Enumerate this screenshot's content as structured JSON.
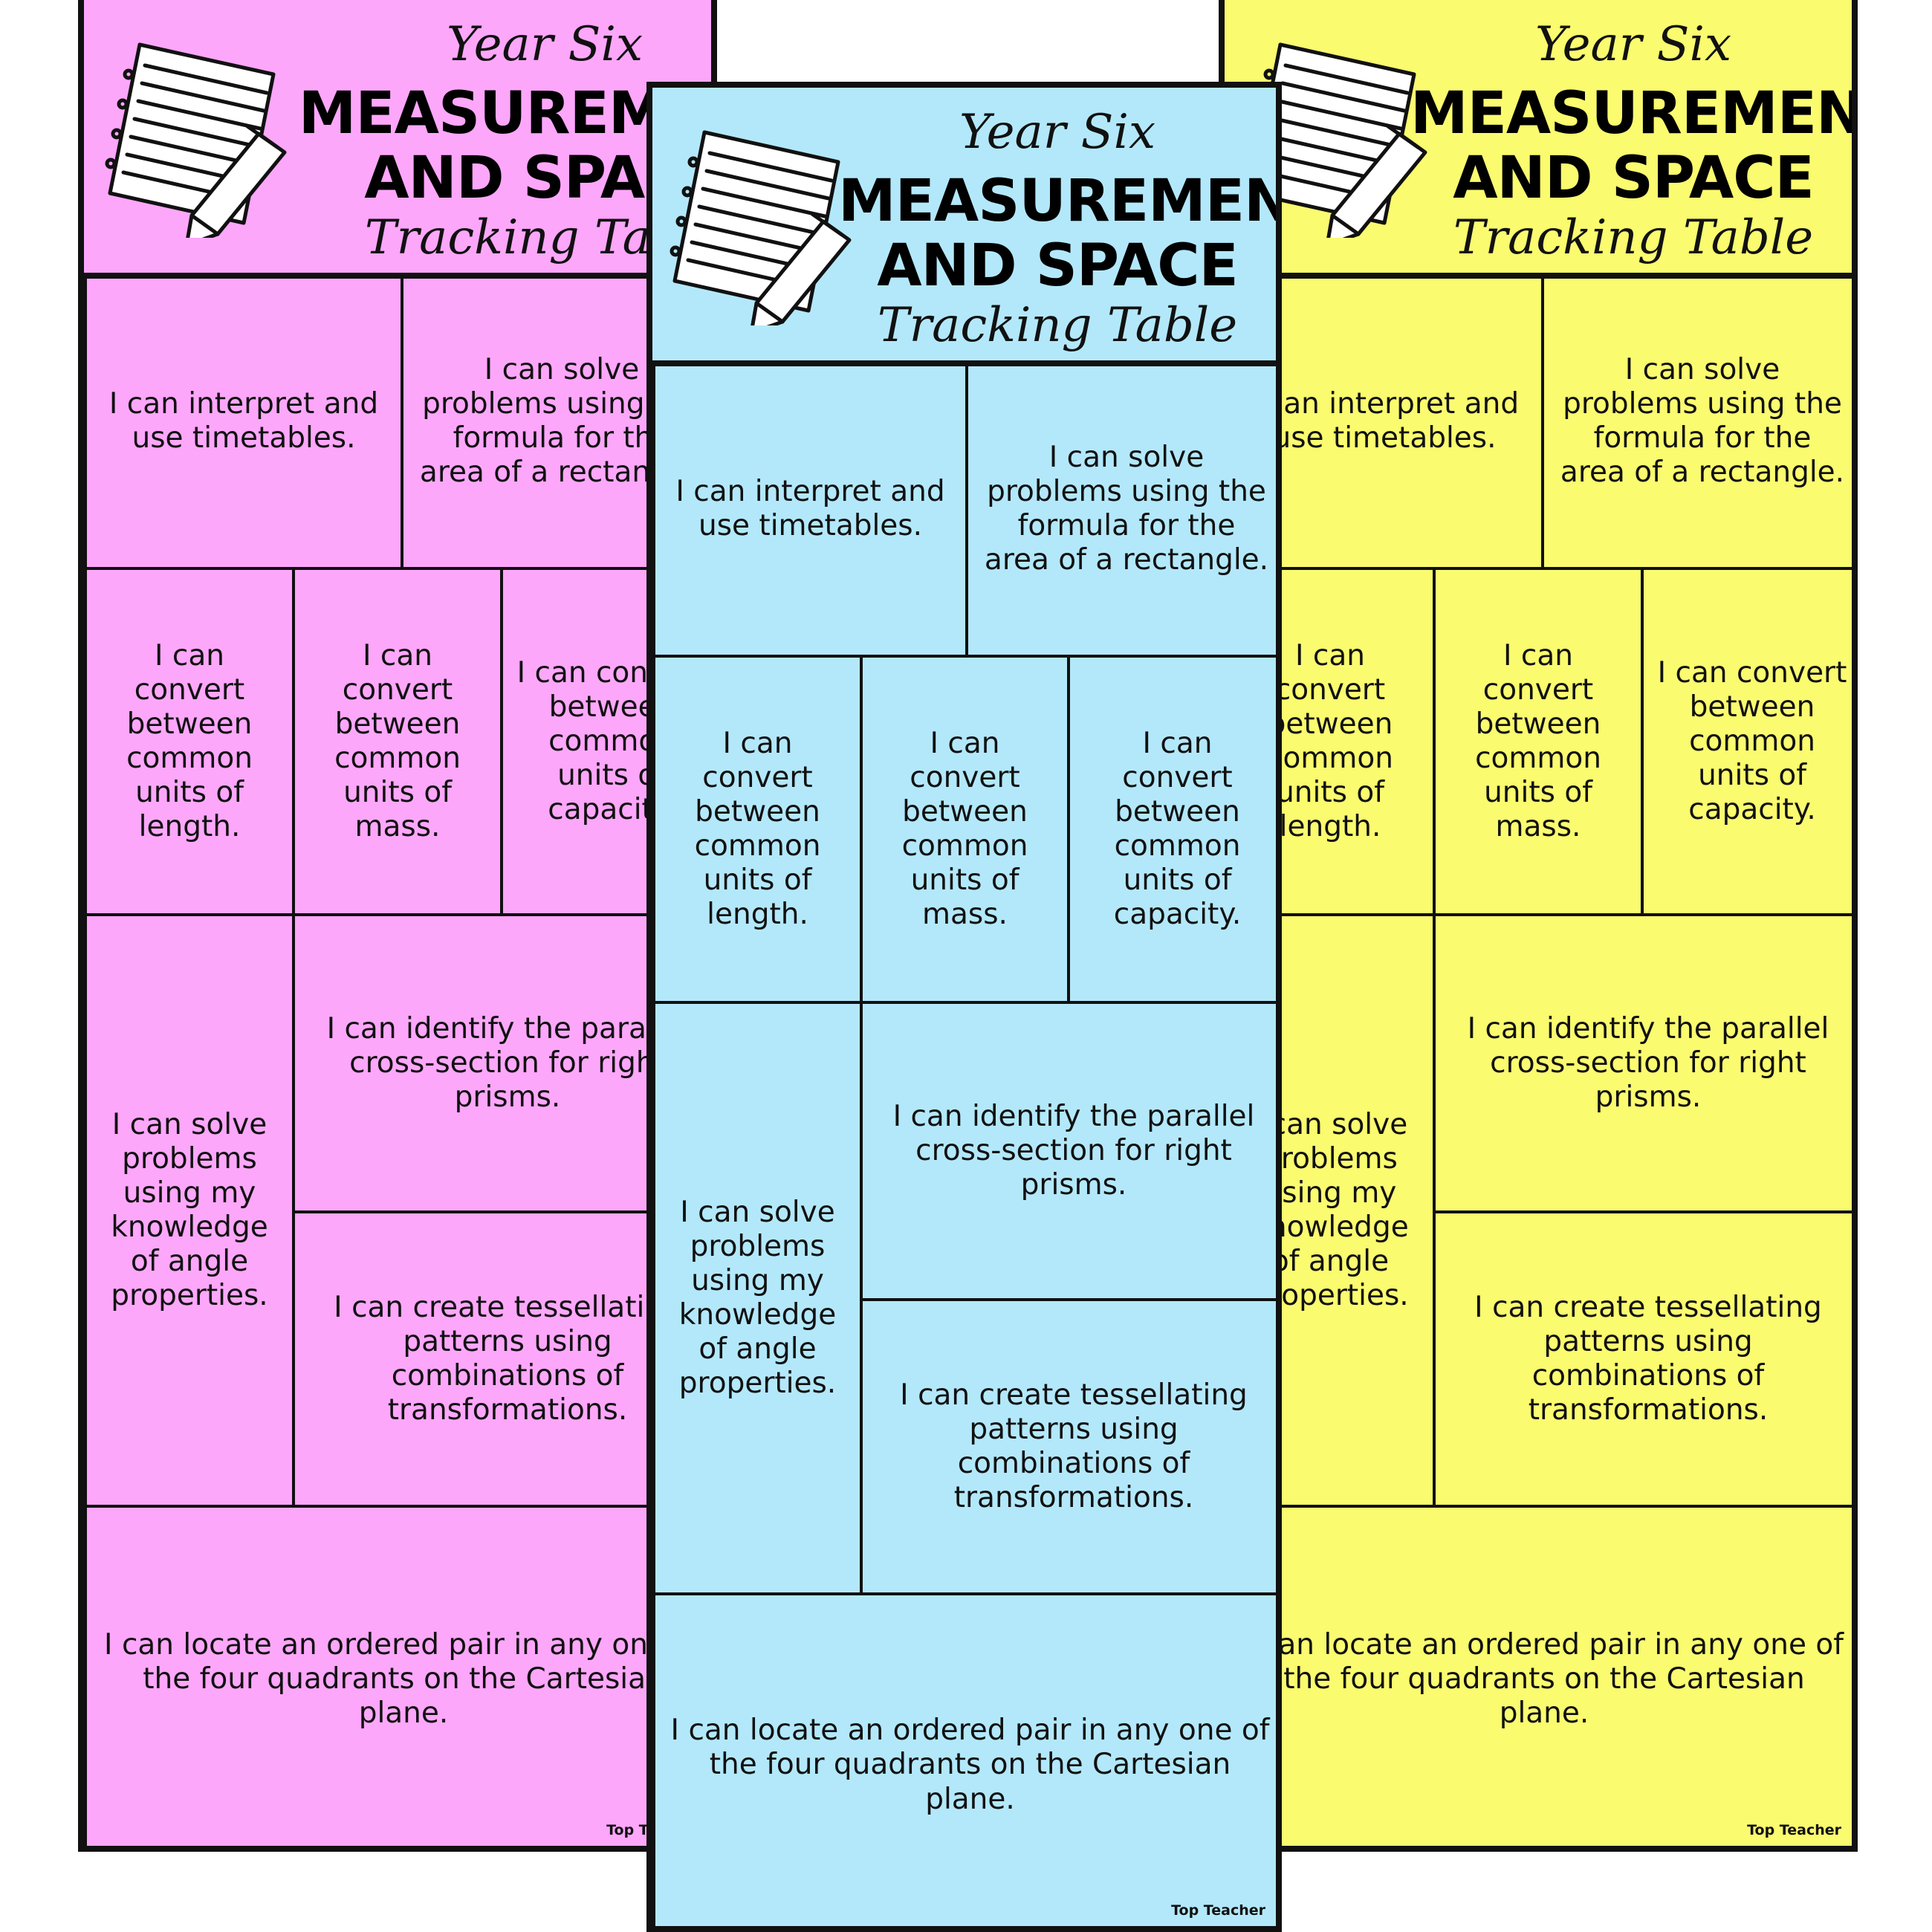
{
  "colors": {
    "pink": "#fda7fb",
    "blue": "#b3e8fb",
    "yellow": "#fbfb70",
    "border": "#111111"
  },
  "sheet": {
    "year_label": "Year Six",
    "title_line1": "MEASUREMENT",
    "title_line2": "AND SPACE",
    "subtitle": "Tracking Table",
    "cells": {
      "timetables": "I can interpret and use timetables.",
      "area": "I can solve problems using the formula for the area of a rectangle.",
      "length": "I can convert between common units of length.",
      "mass": "I can convert between common units of mass.",
      "capacity": "I can convert between common units of capacity.",
      "angles": "I can solve problems using my knowledge of angle properties.",
      "prisms": "I can identify the parallel cross-section for right prisms.",
      "tessellation": "I can create tessellating patterns using combinations of transformations.",
      "cartesian": "I can locate an ordered pair in any one of the four quadrants on the Cartesian plane."
    },
    "brand": "Top Teacher",
    "icon": "notepad-pencil-icon"
  }
}
